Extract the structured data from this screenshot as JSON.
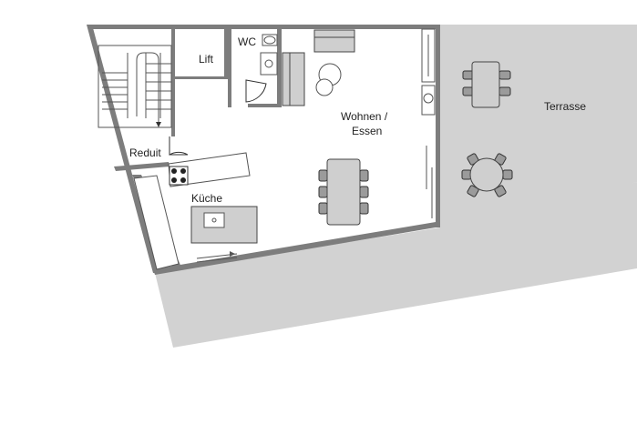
{
  "rooms": {
    "lift": "Lift",
    "wc": "WC",
    "reduit": "Reduit",
    "wohnen_line1": "Wohnen /",
    "wohnen_line2": "Essen",
    "kueche": "Küche",
    "terrasse": "Terrasse"
  },
  "colors": {
    "wall": "#7d7d7d",
    "terrace": "#d2d2d2",
    "furniture": "#cfcfcf",
    "chair": "#9b9b9b"
  }
}
